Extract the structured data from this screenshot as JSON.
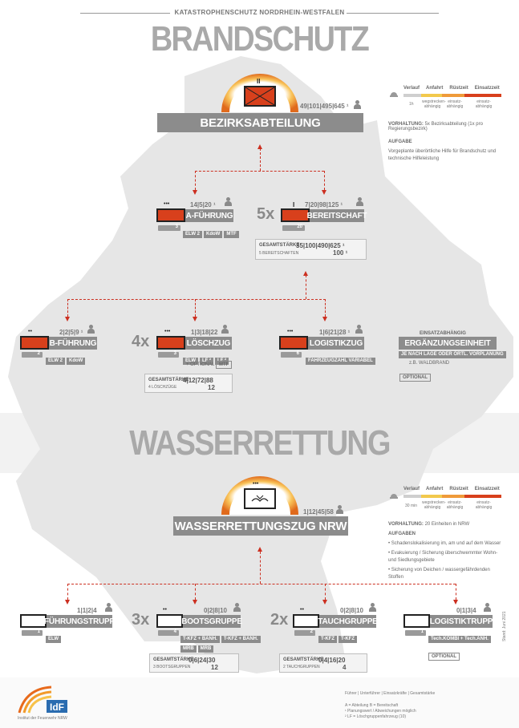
{
  "header": {
    "title": "KATASTROPHENSCHUTZ NORDRHEIN-WESTFALEN"
  },
  "brandschutz": {
    "section_title": "BRANDSCHUTZ",
    "bezirk": {
      "label": "BEZIRKSABTEILUNG",
      "stats": "49|101|495|645 ¹",
      "symbol_mark": "II"
    },
    "timeline": {
      "headers": [
        "Verlauf",
        "Anfahrt",
        "Rüstzeit",
        "Einsatzzeit"
      ],
      "duration": "1h",
      "cols": [
        "wegstrecken-abhängig",
        "einsatz-abhängig",
        "einsatz-abhängig"
      ]
    },
    "vorhaltung_label": "VORHALTUNG:",
    "vorhaltung_text": "5x Bezirksabteilung (1x pro Regierungsbezirk)",
    "aufgabe_label": "AUFGABE",
    "aufgabe_text": "Vorgeplante überörtliche Hilfe für Brandschutz und technische Hilfeleistung",
    "a_fuehrung": {
      "label": "A-FÜHRUNG",
      "stats": "14|5|20 ¹",
      "vehicle_count": "3",
      "dots": "•••",
      "chips": [
        "ELW 2",
        "KdoW",
        "MTF"
      ]
    },
    "bereitschaft": {
      "mult": "5x",
      "label": "BEREITSCHAFT",
      "stats": "7|20|98|125 ¹",
      "vehicle_count": "20",
      "mark": "I"
    },
    "gesamt_bereitschaft": {
      "label": "GESAMTSTÄRKE",
      "values": "35|100|490|625 ¹",
      "sub": "5 BEREITSCHAFTEN",
      "count": "100 ¹"
    },
    "b_fuehrung": {
      "label": "B-FÜHRUNG",
      "stats": "2|2|5|9 ¹",
      "vehicle_count": "2",
      "dots": "••",
      "chips": [
        "ELW 2",
        "KdoW"
      ]
    },
    "loeschzug": {
      "mult": "4x",
      "label": "LÖSCHZUG",
      "stats": "1|3|18|22",
      "vehicle_count": "3",
      "dots": "•••",
      "chips": [
        "ELW",
        "LF ²",
        "LF ²"
      ],
      "optional_text": "+ OPTIONAL",
      "optional_chip": "MTF"
    },
    "gesamt_loeschzug": {
      "label": "GESAMTSTÄRKE",
      "values": "4|12|72|88",
      "sub": "4 LÖSCHZÜGE",
      "count": "12"
    },
    "logistikzug": {
      "label": "LOGISTIKZUG",
      "stats": "1|6|21|28 ¹",
      "vehicle_count": "6",
      "dots": "•••",
      "chips": [
        "FAHRZEUGZAHL VARIABEL"
      ]
    },
    "ergaenzung": {
      "top": "EINSATZABHÄNGIG",
      "label": "ERGÄNZUNGSEINHEIT",
      "chip": "JE NACH LAGE ODER ÖRTL. VORPLANUNG",
      "example": "z.B. WALDBRAND",
      "optional": "OPTIONAL"
    }
  },
  "wasserrettung": {
    "section_title": "WASSERRETTUNG",
    "zug": {
      "label": "WASSERRETTUNGSZUG NRW",
      "stats": "1|12|45|58",
      "dots": "•••"
    },
    "timeline": {
      "headers": [
        "Verlauf",
        "Anfahrt",
        "Rüstzeit",
        "Einsatzzeit"
      ],
      "duration": "30 min",
      "cols": [
        "wegstrecken-abhängig",
        "einsatz-abhängig",
        "einsatz-abhängig"
      ]
    },
    "vorhaltung_label": "VORHALTUNG:",
    "vorhaltung_text": "20 Einheiten in NRW",
    "aufgaben_label": "AUFGABEN",
    "aufgaben": [
      "Schadenslokalisierung im, am und auf dem Wasser",
      "Evakuierung / Sicherung überschwemmter Wohn- und Siedlungsgebiete",
      "Sicherung von Deichen / wassergefährdenden Stoffen"
    ],
    "fuehrungstrupp": {
      "label": "FÜHRUNGSTRUPP",
      "stats": "1|1|2|4",
      "vehicle_count": "1",
      "chips": [
        "ELW"
      ]
    },
    "bootsgruppe": {
      "mult": "3x",
      "label": "BOOTSGRUPPE",
      "stats": "0|2|8|10",
      "vehicle_count": "4",
      "dots": "••",
      "chips": [
        "T-KFZ + BANH.",
        "T-KFZ + BANH."
      ],
      "chips2": [
        "MRB",
        "MRB"
      ]
    },
    "gesamt_boot": {
      "label": "GESAMTSTÄRKE",
      "values": "0|6|24|30",
      "sub": "3 BOOTSGRUPPEN",
      "count": "12"
    },
    "tauchgruppe": {
      "mult": "2x",
      "label": "TAUCHGRUPPE",
      "stats": "0|2|8|10",
      "vehicle_count": "2",
      "dots": "••",
      "chips": [
        "T-KFZ",
        "T-KFZ"
      ]
    },
    "gesamt_tauch": {
      "label": "GESAMTSTÄRKE",
      "values": "0|4|16|20",
      "sub": "2 TAUCHGRUPPEN",
      "count": "4"
    },
    "logistiktrupp": {
      "label": "LOGISTIKTRUPP",
      "stats": "0|1|3|4",
      "vehicle_count": "1",
      "chips": [
        "Tech.KOMBI + Tech.ANH."
      ],
      "optional": "OPTIONAL"
    }
  },
  "footer": {
    "legend_line": "Führer | Unterführer | Einsatzkräfte | Gesamtstärke",
    "notes": [
      "A = Abteilung     B = Bereitschaft",
      "¹ Planungswert / Abweichungen möglich",
      "² LF = Löschgruppenfahrzeug (10)"
    ],
    "org_name": "Institut der Feuerwehr NRW",
    "stand": "Stand: Juni 2021"
  },
  "colors": {
    "accent": "#d8401c",
    "bar": "#8c8c8c",
    "map": "#e6e6e6",
    "dash": "#cc2f20"
  }
}
